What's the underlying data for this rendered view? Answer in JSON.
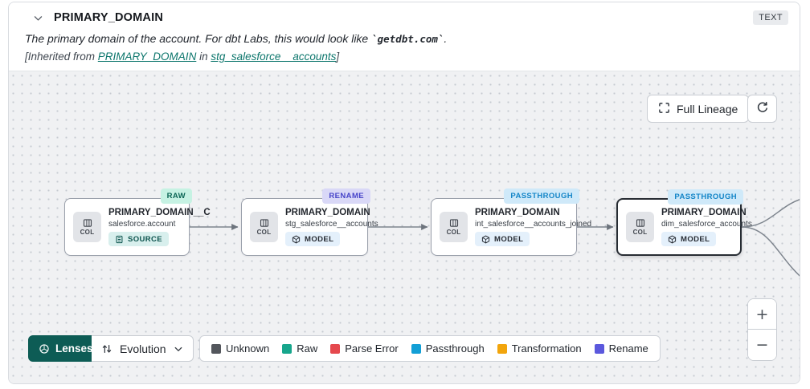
{
  "header": {
    "title": "PRIMARY_DOMAIN",
    "type_badge": "TEXT",
    "description_prefix": "The primary domain of the account. For dbt Labs, this would look like ",
    "description_code": "`getdbt.com`",
    "description_suffix": ".",
    "inherited_prefix": "[Inherited from ",
    "inherited_link_column": "PRIMARY_DOMAIN",
    "inherited_middle": " in ",
    "inherited_link_model": "stg_salesforce__accounts",
    "inherited_suffix": "]"
  },
  "toolbar": {
    "full_lineage_label": "Full Lineage"
  },
  "lenses": {
    "label": "Lenses",
    "selected_lens": "Evolution"
  },
  "nodes": [
    {
      "title": "PRIMARY_DOMAIN__C",
      "subtitle": "salesforce.account",
      "col_label": "COL",
      "kind": "SOURCE",
      "tag": "RAW",
      "selected": false
    },
    {
      "title": "PRIMARY_DOMAIN",
      "subtitle": "stg_salesforce__accounts",
      "col_label": "COL",
      "kind": "MODEL",
      "tag": "RENAME",
      "selected": false
    },
    {
      "title": "PRIMARY_DOMAIN",
      "subtitle": "int_salesforce__accounts_joined",
      "col_label": "COL",
      "kind": "MODEL",
      "tag": "PASSTHROUGH",
      "selected": false
    },
    {
      "title": "PRIMARY_DOMAIN",
      "subtitle": "dim_salesforce_accounts",
      "col_label": "COL",
      "kind": "MODEL",
      "tag": "PASSTHROUGH",
      "selected": true
    }
  ],
  "edges": [
    {
      "from": "salesforce.account",
      "to": "stg_salesforce__accounts"
    },
    {
      "from": "stg_salesforce__accounts",
      "to": "int_salesforce__accounts_joined"
    },
    {
      "from": "int_salesforce__accounts_joined",
      "to": "dim_salesforce_accounts"
    },
    {
      "from": "dim_salesforce_accounts",
      "to": "offscreen-right (2 branches)"
    }
  ],
  "legend": {
    "items": [
      {
        "label": "Unknown",
        "color": "#53565c"
      },
      {
        "label": "Raw",
        "color": "#17a68c"
      },
      {
        "label": "Parse Error",
        "color": "#e5484d"
      },
      {
        "label": "Passthrough",
        "color": "#129fd6"
      },
      {
        "label": "Transformation",
        "color": "#f2a50c"
      },
      {
        "label": "Rename",
        "color": "#5b58dd"
      }
    ]
  },
  "zoom_controls": {
    "zoom_in": "+",
    "zoom_out": "−"
  },
  "colors": {
    "lenses_button": "#0d5c55",
    "tag_raw_bg": "#c6f2e3",
    "tag_rename_bg": "#d9d8f7",
    "tag_passthrough_bg": "#cfe9f9",
    "link": "#0c766c",
    "edge": "#7e858e"
  }
}
